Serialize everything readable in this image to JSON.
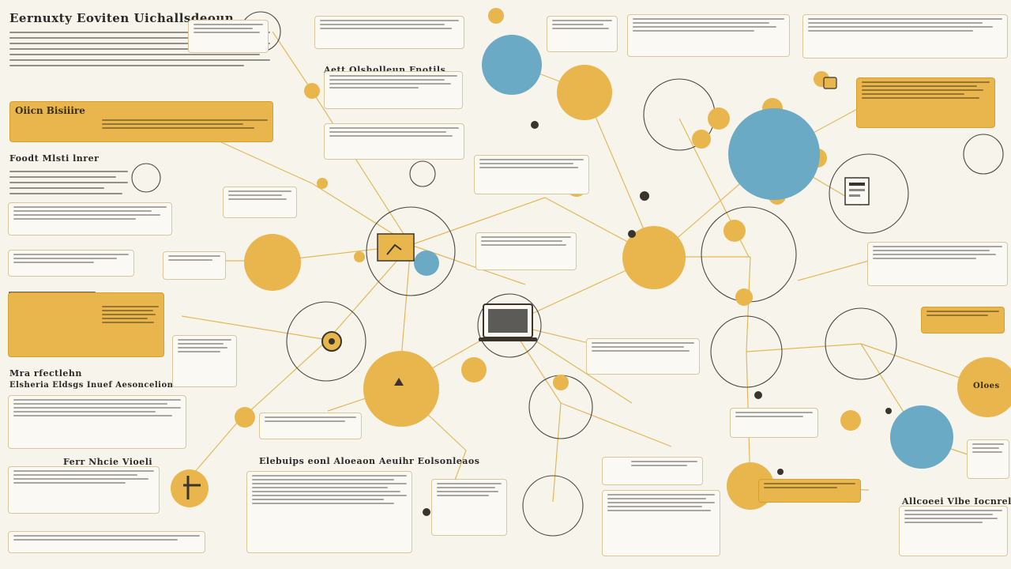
{
  "colors": {
    "background": "#f7f4ec",
    "gold": "#e9b64d",
    "blue": "#6aaac4",
    "line": "#e3b24a",
    "ink": "#2b2a26"
  },
  "labels": {
    "main_title": "Eernuxty Eoviten Uichallsdeoun",
    "card_gold_left": "Oiicn Bisiiire",
    "section_mid_left": "Foodt Mlsti lnrer",
    "section_low_left_1": "Mra rfectlehn",
    "section_low_left_2": "Elsheria Eldsgs Inuef Aesoncelion",
    "section_bottom_left": "Ferr Nhcie Vioeli",
    "center_top": "Aett Olsholleun Fnotils",
    "center_bottom": "Elebuips eonl Aloeaon Aeuihr Eolsonleaos",
    "right_gold_label": "Oloes",
    "bottom_right": "Allcoeei Vlbe Iocnrel"
  },
  "icons": [
    "laptop-icon",
    "monitor-icon",
    "person-at-desk-icon",
    "gear-icon",
    "hand-pointer-icon",
    "document-icon",
    "network-node-icon",
    "lock-icon"
  ]
}
